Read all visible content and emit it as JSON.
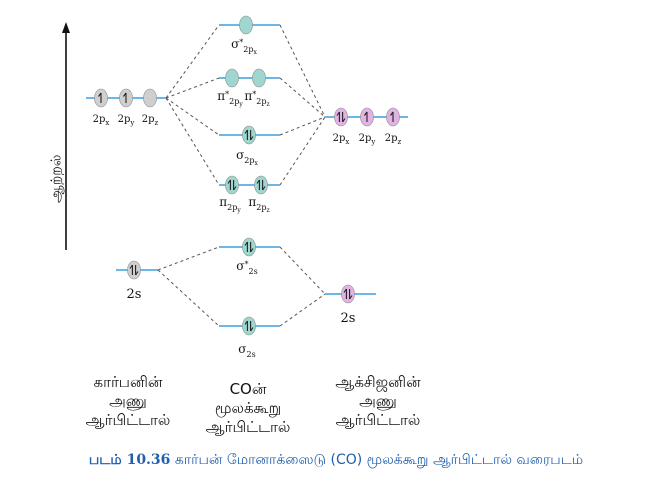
{
  "energy_axis_label": "ஆற்றல்",
  "columns": {
    "carbon": "கார்பனின்\nஅணு\nஆர்பிட்டால்",
    "co": "COன்\nமூலக்கூறு\nஆர்பிட்டால்",
    "oxygen": "ஆக்சிஜனின்\nஅணு\nஆர்பிட்டால்"
  },
  "caption": {
    "number": "படம் 10.36",
    "text": "கார்பன் மோனாக்ஸைடு (CO) மூலக்கூறு ஆர்பிட்டால் வரைபடம்"
  },
  "carbon_atomic": {
    "2p": [
      {
        "label": "2p",
        "sub": "x",
        "electrons": 1
      },
      {
        "label": "2p",
        "sub": "y",
        "electrons": 1
      },
      {
        "label": "2p",
        "sub": "z",
        "electrons": 0
      }
    ],
    "2s": {
      "label": "2s",
      "electrons": 2
    }
  },
  "oxygen_atomic": {
    "2p": [
      {
        "label": "2p",
        "sub": "x",
        "electrons": 2
      },
      {
        "label": "2p",
        "sub": "y",
        "electrons": 1
      },
      {
        "label": "2p",
        "sub": "z",
        "electrons": 1
      }
    ],
    "2s": {
      "label": "2s",
      "electrons": 2
    }
  },
  "molecular_orbitals": [
    {
      "id": "sigma_star_2px",
      "name": "σ*2px",
      "sym": "σ",
      "sub": "2p",
      "subsub": "x",
      "star": true,
      "count": 1,
      "electrons": [
        0
      ]
    },
    {
      "id": "pi_star_2p",
      "name": "π*2py π*2pz",
      "sym": "π",
      "sub": "2p",
      "subsub": [
        "y",
        "z"
      ],
      "star": true,
      "count": 2,
      "electrons": [
        0,
        0
      ]
    },
    {
      "id": "sigma_2px",
      "name": "σ2px",
      "sym": "σ",
      "sub": "2p",
      "subsub": "x",
      "star": false,
      "count": 1,
      "electrons": [
        2
      ]
    },
    {
      "id": "pi_2p",
      "name": "π2py π2pz",
      "sym": "π",
      "sub": "2p",
      "subsub": [
        "y",
        "z"
      ],
      "star": false,
      "count": 2,
      "electrons": [
        2,
        2
      ]
    },
    {
      "id": "sigma_star_2s",
      "name": "σ*2s",
      "sym": "σ",
      "sub": "2s",
      "star": true,
      "count": 1,
      "electrons": [
        2
      ]
    },
    {
      "id": "sigma_2s",
      "name": "σ2s",
      "sym": "σ",
      "sub": "2s",
      "star": false,
      "count": 1,
      "electrons": [
        2
      ]
    }
  ],
  "colors": {
    "carbon_orbital": "#cfcfcf",
    "mo_orbital": "#9fd6cf",
    "oxygen_orbital": "#e0b3e3",
    "level_line": "#3aa0dd",
    "connector": "#555555",
    "caption": "#1f5fae"
  }
}
